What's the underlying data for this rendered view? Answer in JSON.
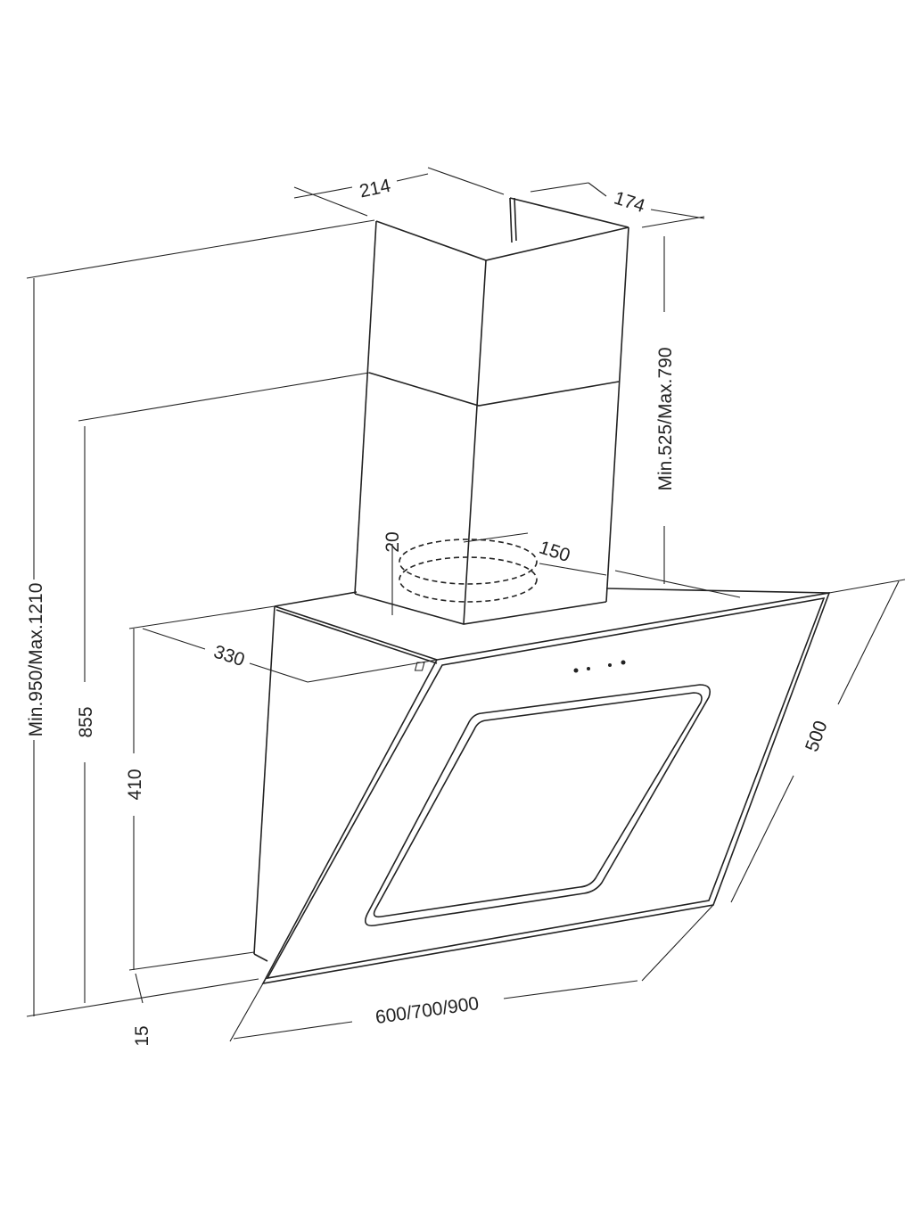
{
  "diagram": {
    "title": "Angled chimney cooker hood dimensions",
    "dimensions": {
      "total_height": "Min.950/Max.1210",
      "height_to_chimney_joint": "855",
      "hood_height": "410",
      "bottom_offset": "15",
      "hood_depth": "330",
      "chimney_width": "214",
      "chimney_depth": "174",
      "chimney_height": "Min.525/Max.790",
      "outlet_collar": "20",
      "outlet_diameter": "150",
      "glass_height": "500",
      "widths": "600/700/900"
    },
    "line_color": "#222222"
  }
}
